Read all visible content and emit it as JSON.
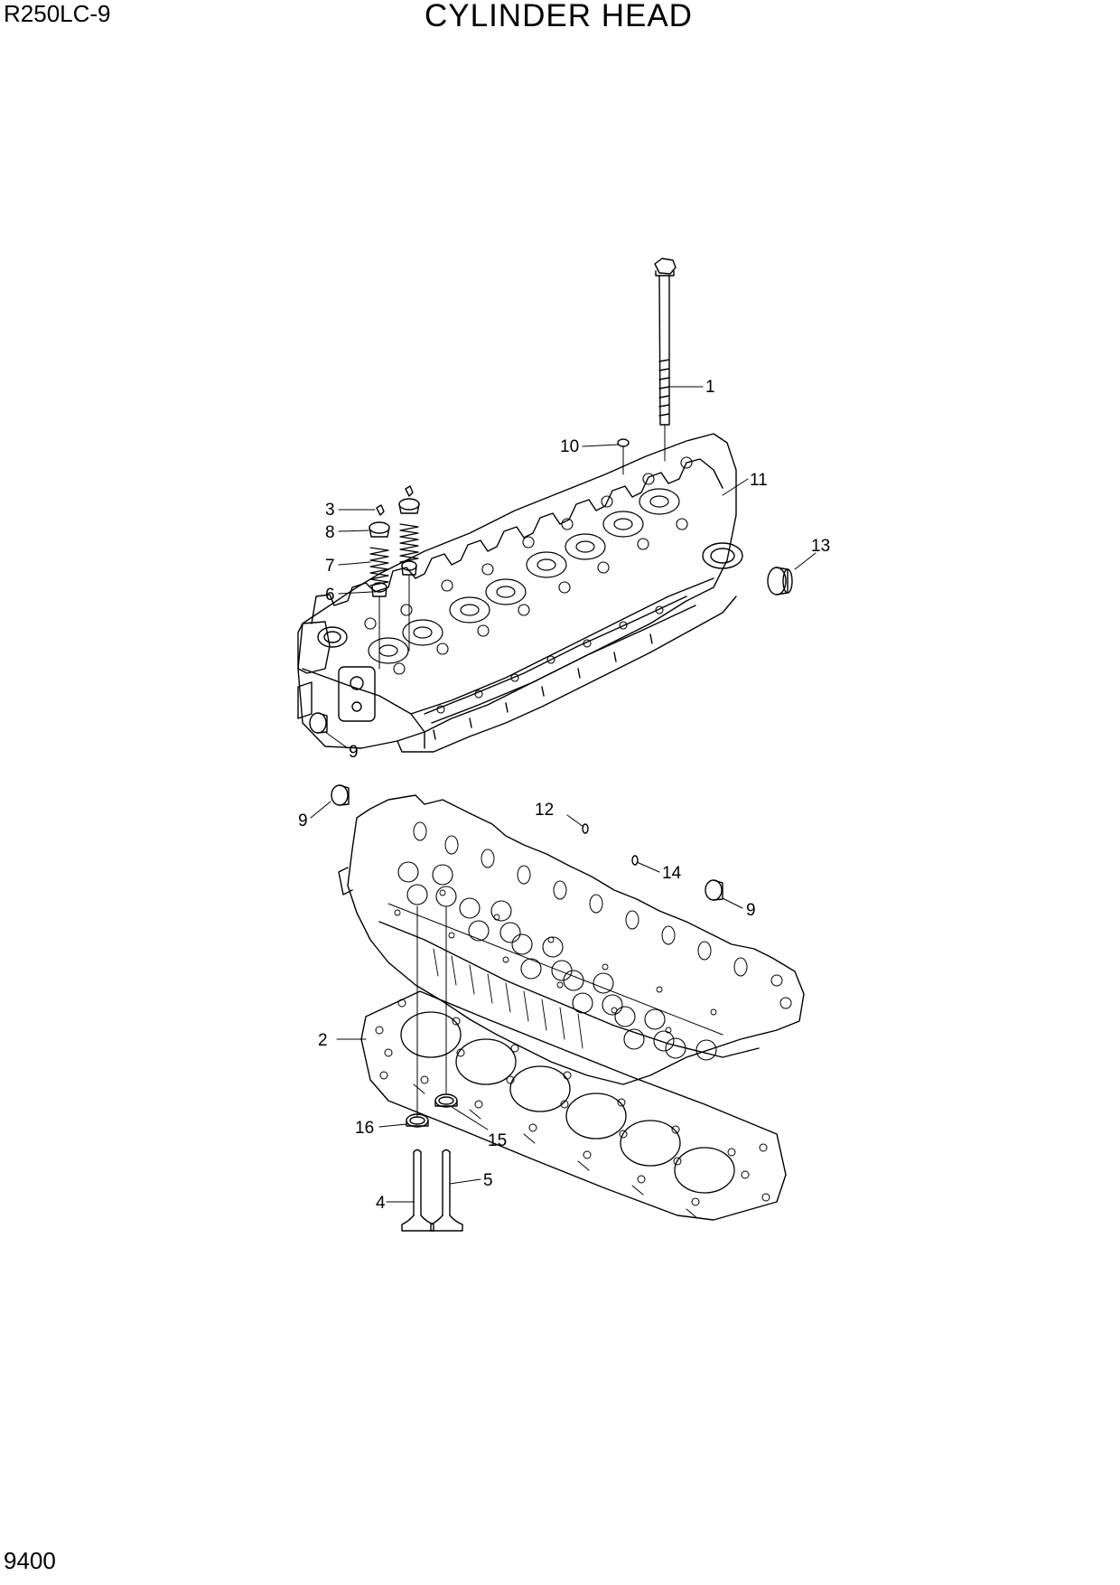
{
  "header": {
    "model": "R250LC-9",
    "title": "CYLINDER HEAD"
  },
  "footer": {
    "page_number": "9400"
  },
  "callouts": {
    "c1": "1",
    "c2": "2",
    "c3": "3",
    "c4": "4",
    "c5": "5",
    "c6": "6",
    "c7": "7",
    "c8": "8",
    "c9a": "9",
    "c9b": "9",
    "c9c": "9",
    "c10": "10",
    "c11": "11",
    "c12": "12",
    "c13": "13",
    "c14": "14",
    "c15": "15",
    "c16": "16"
  }
}
